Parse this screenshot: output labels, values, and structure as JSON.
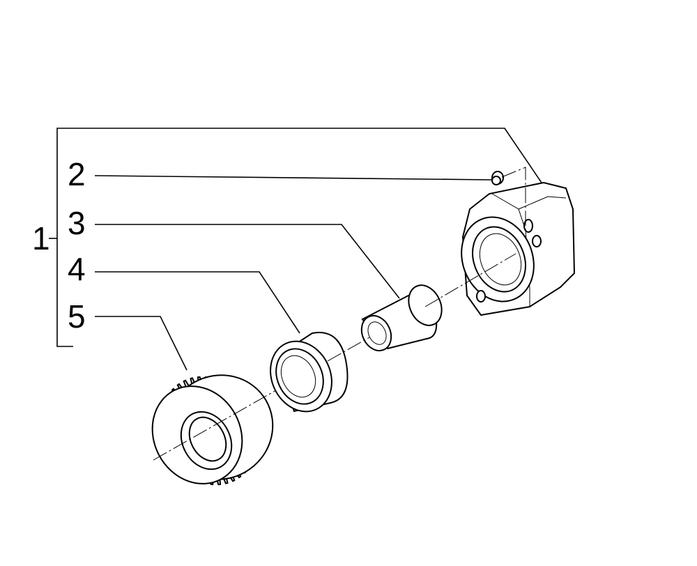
{
  "callouts": {
    "group": "1",
    "fitting": "2",
    "bushing": "3",
    "bearing": "4",
    "gear": "5"
  }
}
